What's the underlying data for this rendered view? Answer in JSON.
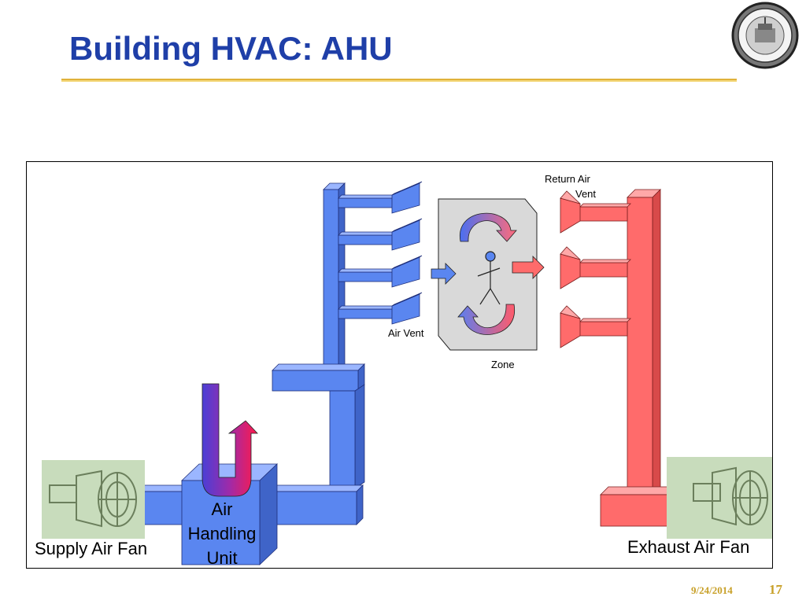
{
  "slide": {
    "title": "Building HVAC: AHU",
    "date": "9/24/2014",
    "page_number": "17"
  },
  "diagram": {
    "labels": {
      "return_air_vent_line1": "Return Air",
      "return_air_vent_line2": "Vent",
      "air_vent": "Air Vent",
      "zone": "Zone",
      "ahu_line1": "Air",
      "ahu_line2": "Handling",
      "ahu_line3": "Unit",
      "supply_air_fan": "Supply Air Fan",
      "exhaust_air_fan": "Exhaust Air Fan"
    },
    "colors": {
      "supply_duct": "#5a86f0",
      "return_duct": "#ff6b6b",
      "zone_fill": "#d9d9d9",
      "fan_bg": "#c8dcbc",
      "title": "#1f3fa8",
      "accent_gold": "#c8a028"
    }
  }
}
